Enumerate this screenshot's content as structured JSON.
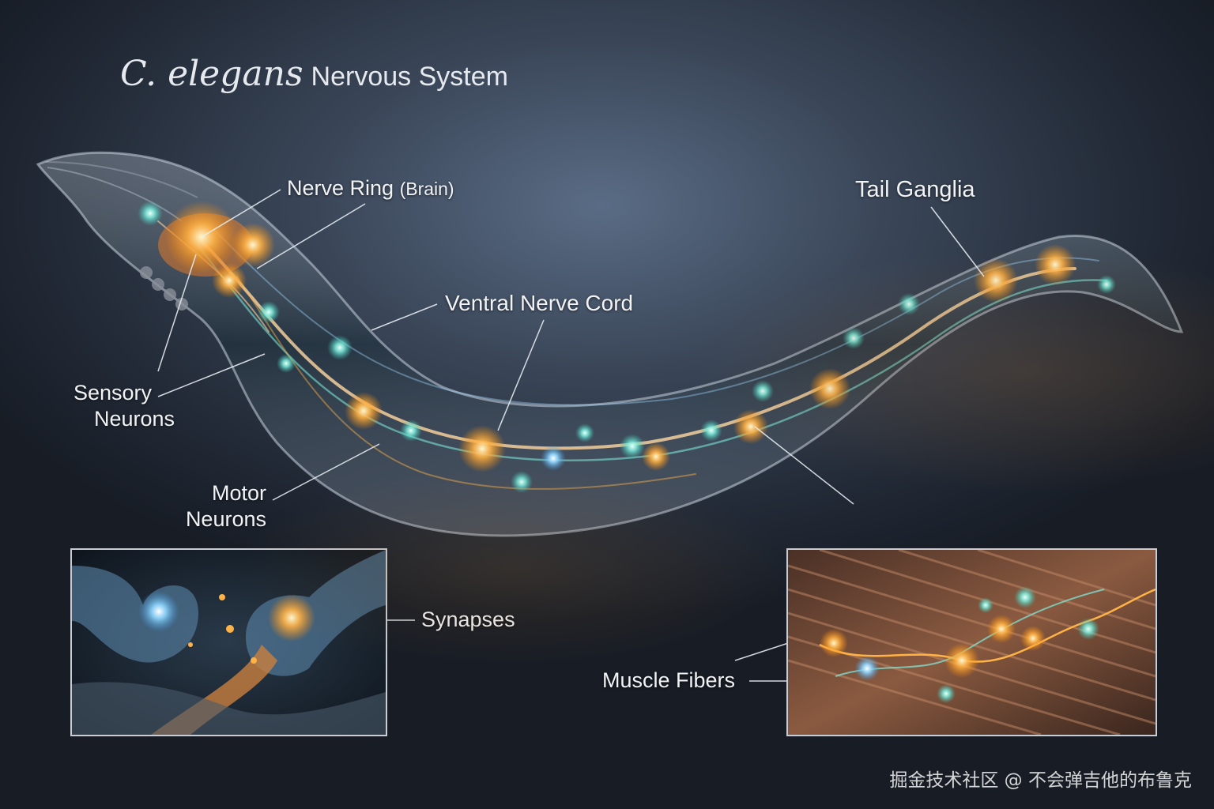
{
  "title": {
    "italic": "C. elegans",
    "rest": "Nervous System"
  },
  "labels": {
    "nerve_ring": "Nerve Ring",
    "nerve_ring_note": "(Brain)",
    "tail_ganglia": "Tail Ganglia",
    "ventral_nerve_cord": "Ventral Nerve Cord",
    "sensory_neurons_line1": "Sensory",
    "sensory_neurons_line2": "Neurons",
    "motor_neurons_line1": "Motor",
    "motor_neurons_line2": "Neurons",
    "synapses": "Synapses",
    "muscle_fibers": "Muscle Fibers"
  },
  "watermark": "掘金技术社区 @ 不会弹吉他的布鲁克",
  "colors": {
    "neuron_orange": "#ffb347",
    "neuron_cyan": "#7ff0e0",
    "body": "#8a96a8",
    "muscle": "#8a5a40"
  }
}
